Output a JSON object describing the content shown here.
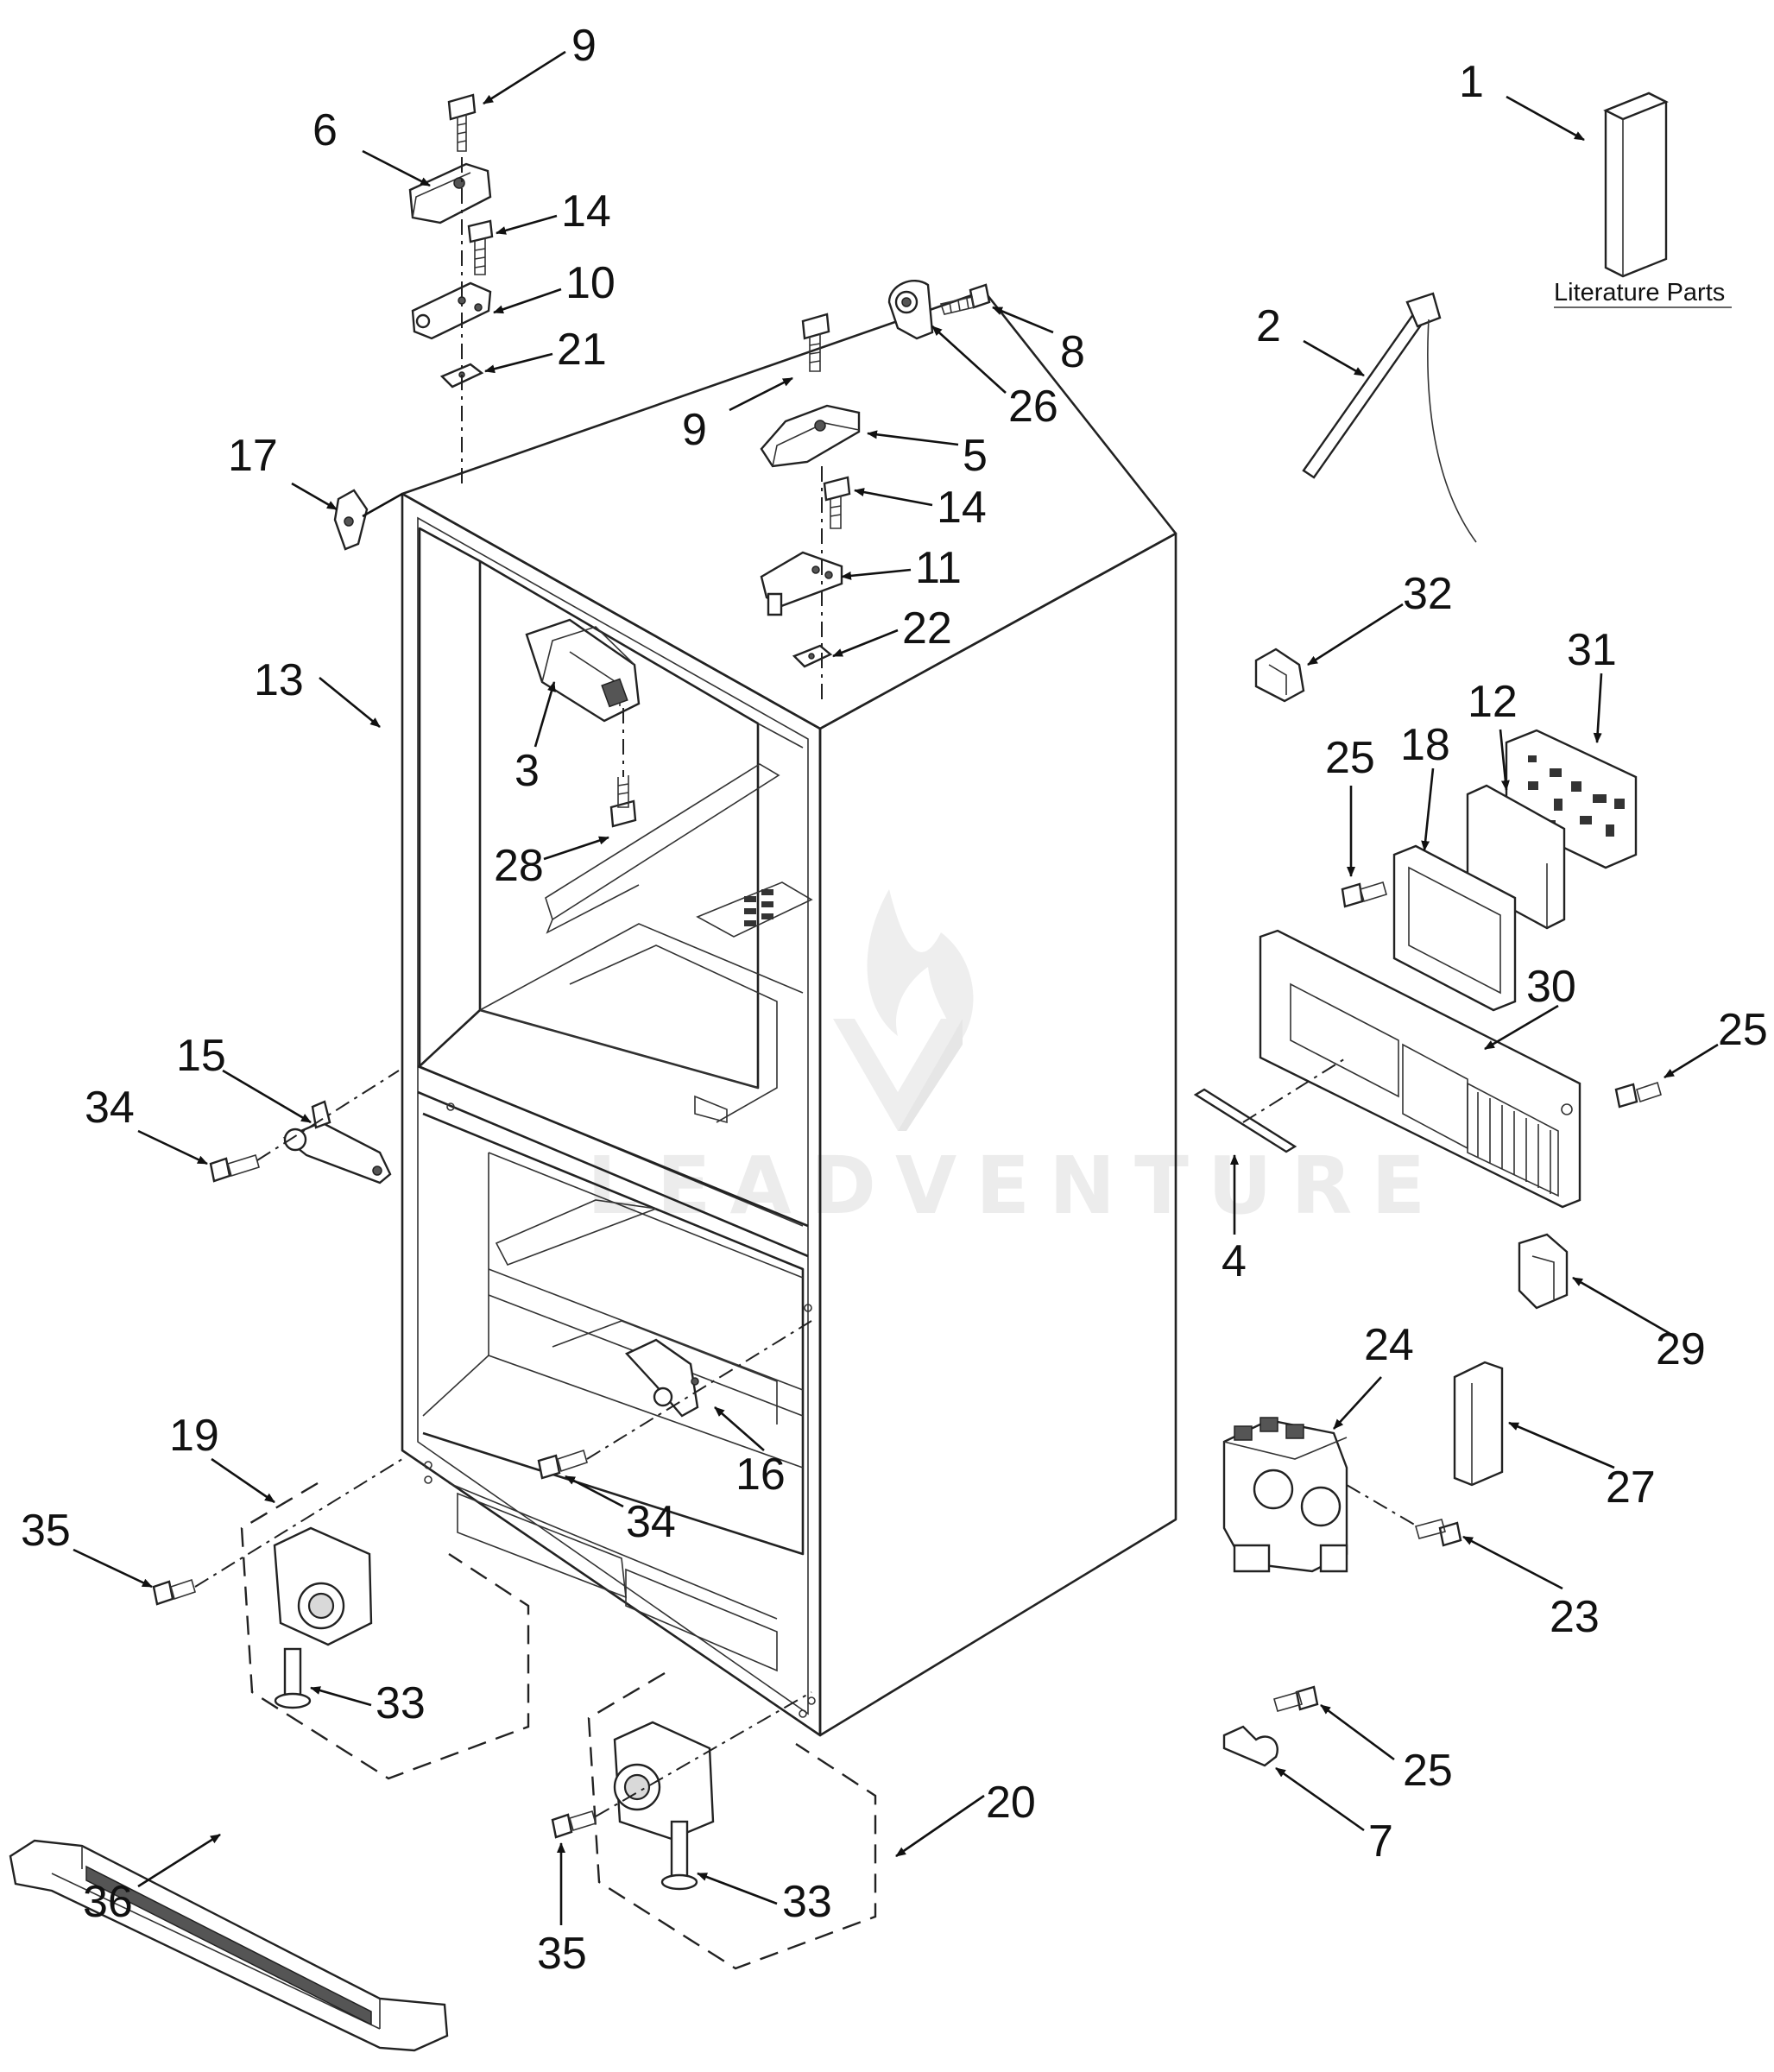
{
  "watermark": {
    "text": "LEADVENTURE"
  },
  "literature": {
    "label": "Literature Parts"
  },
  "callouts": [
    "1",
    "2",
    "3",
    "4",
    "5",
    "6",
    "7",
    "8",
    "9",
    "9",
    "10",
    "11",
    "12",
    "13",
    "14",
    "14",
    "15",
    "16",
    "17",
    "18",
    "19",
    "20",
    "21",
    "22",
    "23",
    "24",
    "25",
    "25",
    "25",
    "26",
    "27",
    "28",
    "29",
    "30",
    "31",
    "32",
    "33",
    "33",
    "34",
    "34",
    "35",
    "35",
    "36"
  ],
  "colors": {
    "line": "#222222",
    "fill_light": "#d9d9d9",
    "watermark": "#ececec"
  }
}
